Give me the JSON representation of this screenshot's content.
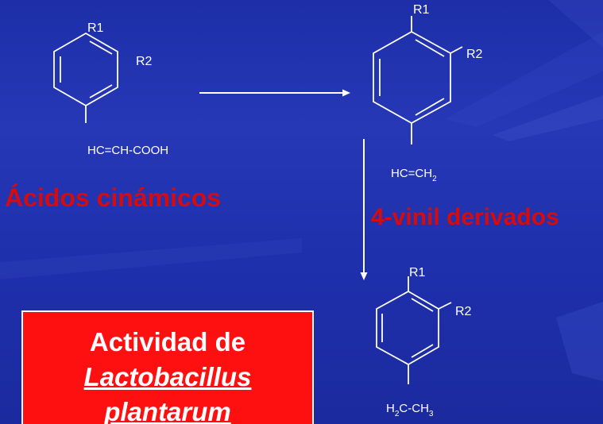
{
  "labels": {
    "cinnamic_acids": "Ácidos cinámicos",
    "vinyl_derivatives": "4-vinil derivados"
  },
  "molecules": {
    "m1": {
      "r1": "R1",
      "r2": "R2",
      "substituent": "HC=CH-COOH"
    },
    "m2": {
      "r1": "R1",
      "r2": "R2",
      "sub_main": "HC=CH",
      "sub_index": "2"
    },
    "m3": {
      "r1": "R1",
      "r2": "R2",
      "sub_a": "H",
      "sub_a_index": "2",
      "sub_b": "C-CH",
      "sub_b_index": "3"
    }
  },
  "activity_box": {
    "line1": "Actividad de",
    "line2": "Lactobacillus",
    "line3": "plantarum"
  },
  "colors": {
    "background": "#1f30ad",
    "label_red": "#d80a0a",
    "box_red": "#ff1010",
    "line_white": "#ffffff"
  }
}
